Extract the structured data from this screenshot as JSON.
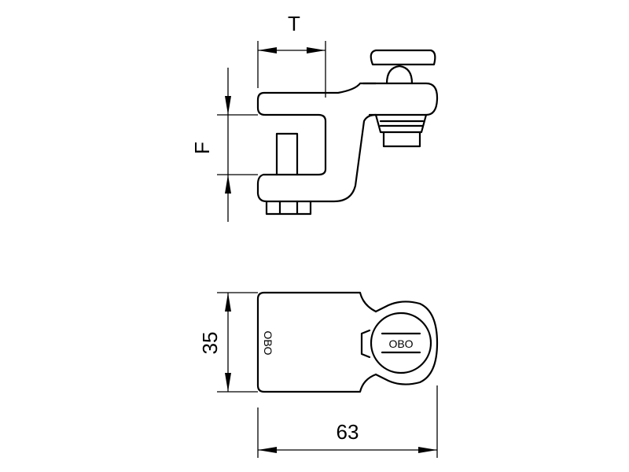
{
  "dimensions": {
    "thickness_label": "T",
    "flange_label": "F",
    "height_value": "35",
    "length_value": "63"
  },
  "brand": {
    "front_mark": "OBO",
    "side_mark": "OBO"
  },
  "colors": {
    "line": "#000000",
    "background": "#ffffff"
  }
}
